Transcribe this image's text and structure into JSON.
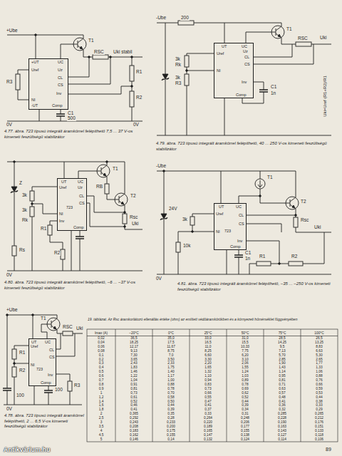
{
  "diagram": {
    "nodes": [
      {
        "text": [
          "+UT",
          "UC",
          "Uref",
          "Uz",
          "CL",
          "CS",
          "NI",
          "Inv",
          "-UT",
          "Comp"
        ]
      },
      {
        "text": [
          "UT",
          "UC",
          "Uref",
          "Uz",
          "CL",
          "CS",
          "NI",
          "Inv",
          "Comp"
        ]
      },
      {
        "text": [
          "UT",
          "UC",
          "Uref",
          "Uz",
          "723",
          "CL",
          "CS",
          "NI",
          "Inv",
          "Comp"
        ]
      },
      {
        "text": [
          "UT",
          "UC",
          "Uref",
          "CL",
          "CS",
          "723",
          "NI",
          "Inv",
          "Comp"
        ]
      },
      {
        "text": [
          "UT",
          "UC",
          "723",
          "Uref",
          "CL",
          "CS",
          "NI",
          "Inv",
          "Comp"
        ]
      }
    ],
    "labels": [
      "+Ube",
      "T1",
      "RSC",
      "Uki stabil",
      "R3",
      "R1",
      "R2",
      "C1",
      "500",
      "0V",
      "0V",
      "4.77. ábra. 723 típusú integrált áramkörrel felépíthető 7,5 ... 37 V-os kimeneti feszültségű stabilizátor",
      "-Ube",
      "200",
      "T1",
      "RSC",
      "Uki",
      "3k",
      "Rk",
      "3k",
      "R3",
      "C1",
      "1n",
      "Uki=Uref·(R1+R2)/R1",
      "4.79. ábra. 723 típusú integrált áramkörrel felépíthető, 40 ... 250 V-os kimeneti feszültségű stabilizátor",
      "T1",
      "RB",
      "T2",
      "Rsc",
      "Uki",
      "Z",
      "3k",
      "3k",
      "Rk",
      "R1",
      "Rs",
      "R2",
      "0V",
      "4.80. ábra. 723 típusú integrált áramkörrel felépíthető, −6 ... −37 V-os kimeneti feszültségű stabilizátor",
      "-Ube",
      "T1",
      "T2",
      "Rsc",
      "Uki",
      "24V",
      "3k",
      "10k",
      "C1",
      "1n",
      "R1",
      "R2",
      "0V",
      "4.81. ábra. 723 típusú integrált áramkörrel felépíthető, −35 ... −250 V-os kimeneti feszültségű stabilizátor",
      "+Ube",
      "T1",
      "RSC",
      "Uki",
      "R1",
      "R2",
      "100",
      "100",
      "R3",
      "0V",
      "4.78. ábra. 723 típusú integrált áramkörrel felépíthető, 2 ... 6,5 V-os kimeneti feszültségű stabilizátor",
      "19. táblázat. Az Rsc áramkorlátozó ellenállás értéke (ohm) az említett védőáramkörökben és a környezeti hőmérséklet függvényében",
      "Imax (A)",
      "−20°C",
      "0°C",
      "25°C",
      "50°C",
      "75°C",
      "100°C",
      "0,02",
      "36,5",
      "35,0",
      "33,0",
      "31,0",
      "28,5",
      "26,5",
      "0,04",
      "18,25",
      "17,5",
      "16,5",
      "15,5",
      "14,25",
      "13,25",
      "0,06",
      "12,17",
      "11,67",
      "11,0",
      "10,33",
      "9,5",
      "8,83",
      "0,08",
      "9,13",
      "8,75",
      "8,25",
      "7,75",
      "7,13",
      "6,63",
      "0,1",
      "7,30",
      "7,0",
      "6,60",
      "6,20",
      "5,70",
      "5,30",
      "0,2",
      "3,65",
      "3,50",
      "3,30",
      "3,10",
      "2,85",
      "2,65",
      "0,3",
      "2,43",
      "2,33",
      "2,20",
      "2,06",
      "1,90",
      "1,77",
      "0,4",
      "1,83",
      "1,75",
      "1,65",
      "1,55",
      "1,43",
      "1,33",
      "0,5",
      "1,46",
      "1,40",
      "1,32",
      "1,24",
      "1,14",
      "1,06",
      "0,6",
      "1,22",
      "1,17",
      "1,10",
      "1,03",
      "0,95",
      "0,88",
      "0,7",
      "1,04",
      "1,00",
      "0,94",
      "0,89",
      "0,81",
      "0,76",
      "0,8",
      "0,91",
      "0,88",
      "0,83",
      "0,78",
      "0,71",
      "0,66",
      "0,9",
      "0,81",
      "0,78",
      "0,73",
      "0,69",
      "0,63",
      "0,59",
      "1",
      "0,73",
      "0,70",
      "0,66",
      "0,62",
      "0,57",
      "0,53",
      "1,2",
      "0,61",
      "0,58",
      "0,55",
      "0,52",
      "0,48",
      "0,44",
      "1,4",
      "0,52",
      "0,50",
      "0,47",
      "0,44",
      "0,41",
      "0,38",
      "1,6",
      "0,46",
      "0,44",
      "0,41",
      "0,39",
      "0,36",
      "0,33",
      "1,8",
      "0,41",
      "0,39",
      "0,37",
      "0,34",
      "0,32",
      "0,29",
      "2",
      "0,365",
      "0,35",
      "0,33",
      "0,31",
      "0,285",
      "0,265",
      "2,5",
      "0,292",
      "0,28",
      "0,264",
      "0,248",
      "0,228",
      "0,212",
      "3",
      "0,243",
      "0,233",
      "0,220",
      "0,206",
      "0,190",
      "0,176",
      "3,5",
      "0,208",
      "0,200",
      "0,189",
      "0,177",
      "0,163",
      "0,151",
      "4",
      "0,183",
      "0,175",
      "0,165",
      "0,155",
      "0,143",
      "0,133",
      "4,5",
      "0,162",
      "0,155",
      "0,147",
      "0,138",
      "0,127",
      "0,118",
      "5",
      "0,146",
      "0,14",
      "0,132",
      "0,124",
      "0,114",
      "0,106",
      "89",
      "Antikvárium.hu"
    ]
  }
}
